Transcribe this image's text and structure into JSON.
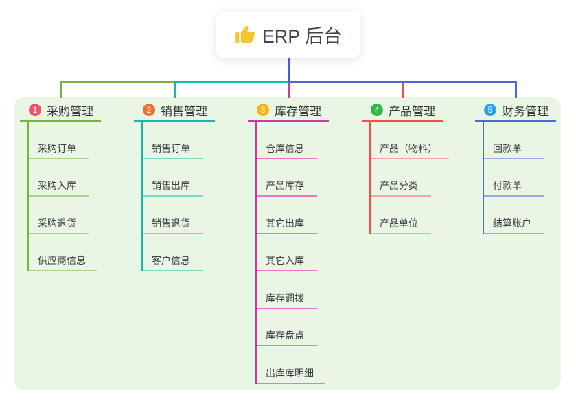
{
  "root": {
    "icon": "thumbs-up-icon",
    "label": "ERP 后台"
  },
  "stem_color": "#4f57d7",
  "panel_color": "#e9f6e3",
  "thumb_color": "#f4c431",
  "branches": [
    {
      "number": "1",
      "label": "采购管理",
      "badge_color": "#f25270",
      "line_color": "#79b240",
      "child_line_color": "#a9d38c",
      "children": [
        "采购订单",
        "采购入库",
        "采购退货",
        "供应商信息"
      ]
    },
    {
      "number": "2",
      "label": "销售管理",
      "badge_color": "#ef7138",
      "line_color": "#16b8ab",
      "child_line_color": "#7fd6ce",
      "children": [
        "销售订单",
        "销售出库",
        "销售退货",
        "客户信息"
      ]
    },
    {
      "number": "3",
      "label": "库存管理",
      "badge_color": "#f8b31c",
      "line_color": "#cb3aa3",
      "child_line_color": "#ee74c1",
      "children": [
        "仓库信息",
        "产品库存",
        "其它出库",
        "其它入库",
        "库存调拨",
        "库存盘点",
        "出库库明细"
      ]
    },
    {
      "number": "4",
      "label": "产品管理",
      "badge_color": "#33b44d",
      "line_color": "#f0514e",
      "child_line_color": "#f8a5a2",
      "children": [
        "产品（物料）",
        "产品分类",
        "产品单位"
      ]
    },
    {
      "number": "5",
      "label": "财务管理",
      "badge_color": "#2ea2e9",
      "line_color": "#4a6bd3",
      "child_line_color": "#98a9e2",
      "children": [
        "回款单",
        "付款单",
        "结算账户"
      ]
    }
  ]
}
